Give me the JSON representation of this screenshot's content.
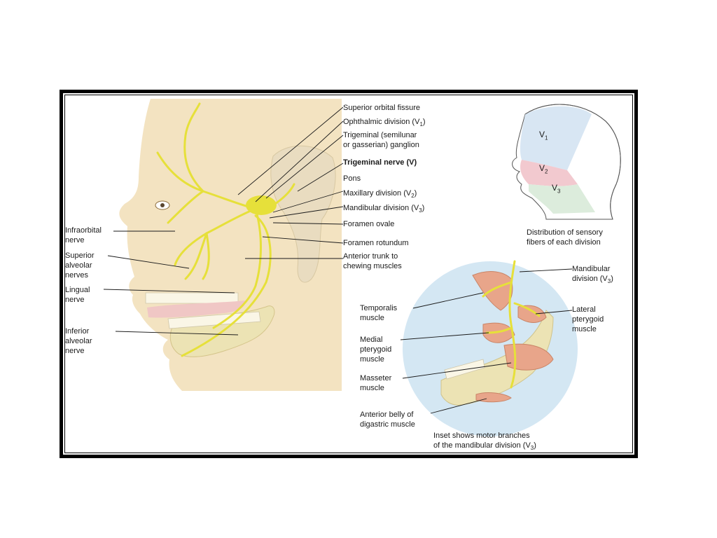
{
  "figure": {
    "face_labels": {
      "superior_orbital_fissure": "Superior orbital fissure",
      "ophthalmic_division": "Ophthalmic division (V",
      "ophthalmic_sub": "1",
      "ophthalmic_close": ")",
      "trigeminal_ganglion_1": "Trigeminal (semilunar",
      "trigeminal_ganglion_2": "or gasserian) ganglion",
      "trigeminal_nerve": "Trigeminal nerve (V)",
      "pons": "Pons",
      "maxillary_division": "Maxillary division (V",
      "maxillary_sub": "2",
      "maxillary_close": ")",
      "mandibular_division": "Mandibular division (V",
      "mandibular_sub": "3",
      "mandibular_close": ")",
      "foramen_ovale": "Foramen ovale",
      "foramen_rotundum": "Foramen rotundum",
      "anterior_trunk_1": "Anterior trunk to",
      "anterior_trunk_2": "chewing muscles",
      "infraorbital_1": "Infraorbital",
      "infraorbital_2": "nerve",
      "superior_alveolar_1": "Superior",
      "superior_alveolar_2": "alveolar",
      "superior_alveolar_3": "nerves",
      "lingual_1": "Lingual",
      "lingual_2": "nerve",
      "inferior_alveolar_1": "Inferior",
      "inferior_alveolar_2": "alveolar",
      "inferior_alveolar_3": "nerve"
    },
    "distribution": {
      "v1": "V",
      "v1_sub": "1",
      "v2": "V",
      "v2_sub": "2",
      "v3": "V",
      "v3_sub": "3",
      "caption_1": "Distribution of sensory",
      "caption_2": "fibers of each division"
    },
    "inset": {
      "mandibular_1": "Mandibular",
      "mandibular_2": "division (V",
      "mandibular_sub": "3",
      "mandibular_close": ")",
      "temporalis_1": "Temporalis",
      "temporalis_2": "muscle",
      "lateral_pterygoid_1": "Lateral",
      "lateral_pterygoid_2": "pterygoid",
      "lateral_pterygoid_3": "muscle",
      "medial_pterygoid_1": "Medial",
      "medial_pterygoid_2": "pterygoid",
      "medial_pterygoid_3": "muscle",
      "masseter_1": "Masseter",
      "masseter_2": "muscle",
      "digastric_1": "Anterior belly of",
      "digastric_2": "digastric muscle",
      "caption_1": "Inset shows motor branches",
      "caption_2": "of the mandibular division (V",
      "caption_sub": "3",
      "caption_close": ")"
    },
    "colors": {
      "skin": "#f3e3c1",
      "nerve": "#e6e03a",
      "bone": "#ece3b4",
      "muscle": "#e8a58a",
      "v1_region": "#d8e6f3",
      "v2_region": "#f2c9cf",
      "v3_region": "#dcecdc",
      "inset_bg": "#d4e7f3"
    }
  }
}
